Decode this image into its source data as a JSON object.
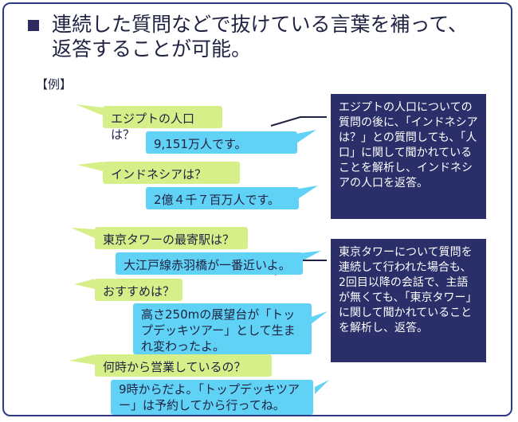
{
  "heading": {
    "line1": "連続した質問などで抜けている言葉を補って、",
    "line2": "返答することが可能。"
  },
  "example_label": "【例】",
  "bubbles": [
    {
      "text": "エジプトの人口は？"
    },
    {
      "text": "9,151万人です。"
    },
    {
      "text": "インドネシアは？"
    },
    {
      "text": "2億４千７百万人です。"
    },
    {
      "text": "東京タワーの最寄駅は？"
    },
    {
      "text": "大江戸線赤羽橋が一番近いよ。"
    },
    {
      "text": "おすすめは？"
    },
    {
      "text": "高さ250mの展望台が「トップデッキツアー」として生まれ変わったよ。"
    },
    {
      "text": "何時から営業しているの？"
    },
    {
      "text": "9時からだよ。「トップデッキツアー」は予約してから行ってね。"
    }
  ],
  "explanations": [
    {
      "text": "エジプトの人口についての質問の後に、「インドネシアは？」との質問しても、「人口」に関して聞かれていることを解析し、インドネシアの人口を返答。"
    },
    {
      "text": "東京タワーについて質問を連続して行われた場合も、2回目以降の会話で、主語が無くても、「東京タワー」に関して聞かれていることを解析し、返答。"
    }
  ],
  "colors": {
    "question": "#d6ef88",
    "answer": "#5fd2f5",
    "explanation_bg": "#2a2f6a",
    "frame": "#2f3a86"
  }
}
